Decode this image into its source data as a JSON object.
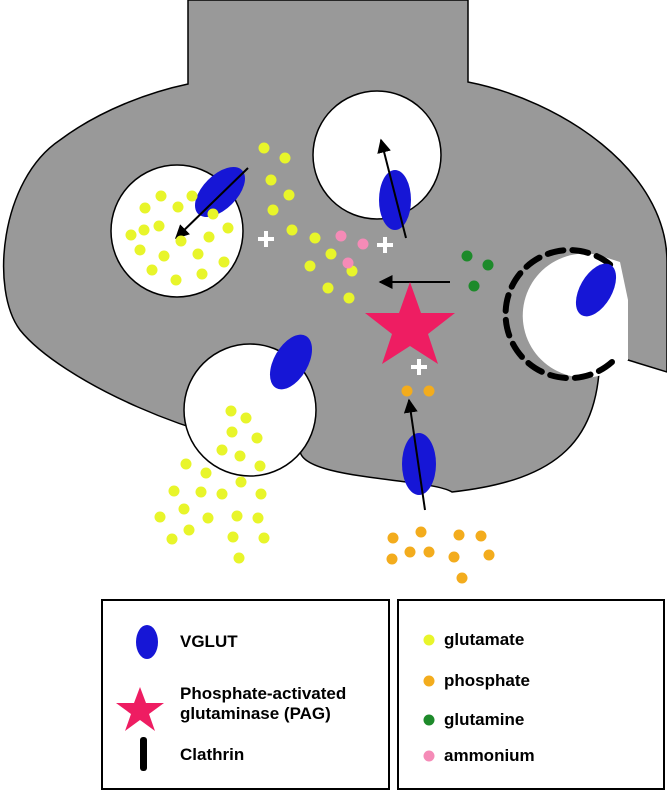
{
  "colors": {
    "terminal": "#999999",
    "vglut": "#1616d6",
    "pag": "#ee1d62",
    "glutamate": "#e8f52a",
    "phosphate": "#f3ac1d",
    "glutamine": "#1d8a2a",
    "ammonium": "#f58bb7",
    "clathrin": "#000000"
  },
  "icons": {
    "vglut": "blue-ellipse-icon",
    "pag": "pink-star-icon",
    "clathrin": "black-dash-icon",
    "molecule": "filled-circle-icon"
  },
  "legend": {
    "left": [
      {
        "label": "VGLUT"
      },
      {
        "label": "Phosphate-activated glutaminase (PAG)",
        "line1": "Phosphate-activated",
        "line2": "glutaminase (PAG)"
      },
      {
        "label": "Clathrin"
      }
    ],
    "right": [
      {
        "label": "glutamate"
      },
      {
        "label": "phosphate"
      },
      {
        "label": "glutamine"
      },
      {
        "label": "ammonium"
      }
    ]
  }
}
